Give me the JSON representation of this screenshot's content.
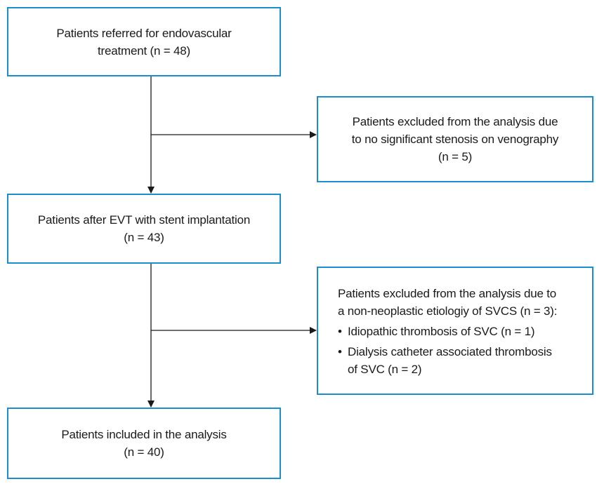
{
  "boxes": {
    "referred": {
      "line1": "Patients referred for endovascular",
      "line2": "treatment (n = 48)"
    },
    "excluded_stenosis": {
      "line1": "Patients excluded from the analysis due",
      "line2": "to no significant stenosis on venography",
      "line3": "(n = 5)"
    },
    "after_evt": {
      "line1": "Patients after EVT with stent implantation",
      "line2": "(n = 43)"
    },
    "excluded_etiology": {
      "line1": "Patients excluded from the analysis due to",
      "line2": "a non-neoplastic etiologiy of SVCS (n = 3):",
      "bullets": [
        {
          "line1": "Idiopathic thrombosis of SVC (n = 1)",
          "line2": ""
        },
        {
          "line1": "Dialysis catheter associated thrombosis",
          "line2": "of SVC (n = 2)"
        }
      ]
    },
    "included": {
      "line1": "Patients included in the analysis",
      "line2": "(n = 40)"
    }
  },
  "colors": {
    "box_border": "#1a8fcf",
    "connector": "#1a1a1a",
    "text": "#1a1a1a"
  }
}
